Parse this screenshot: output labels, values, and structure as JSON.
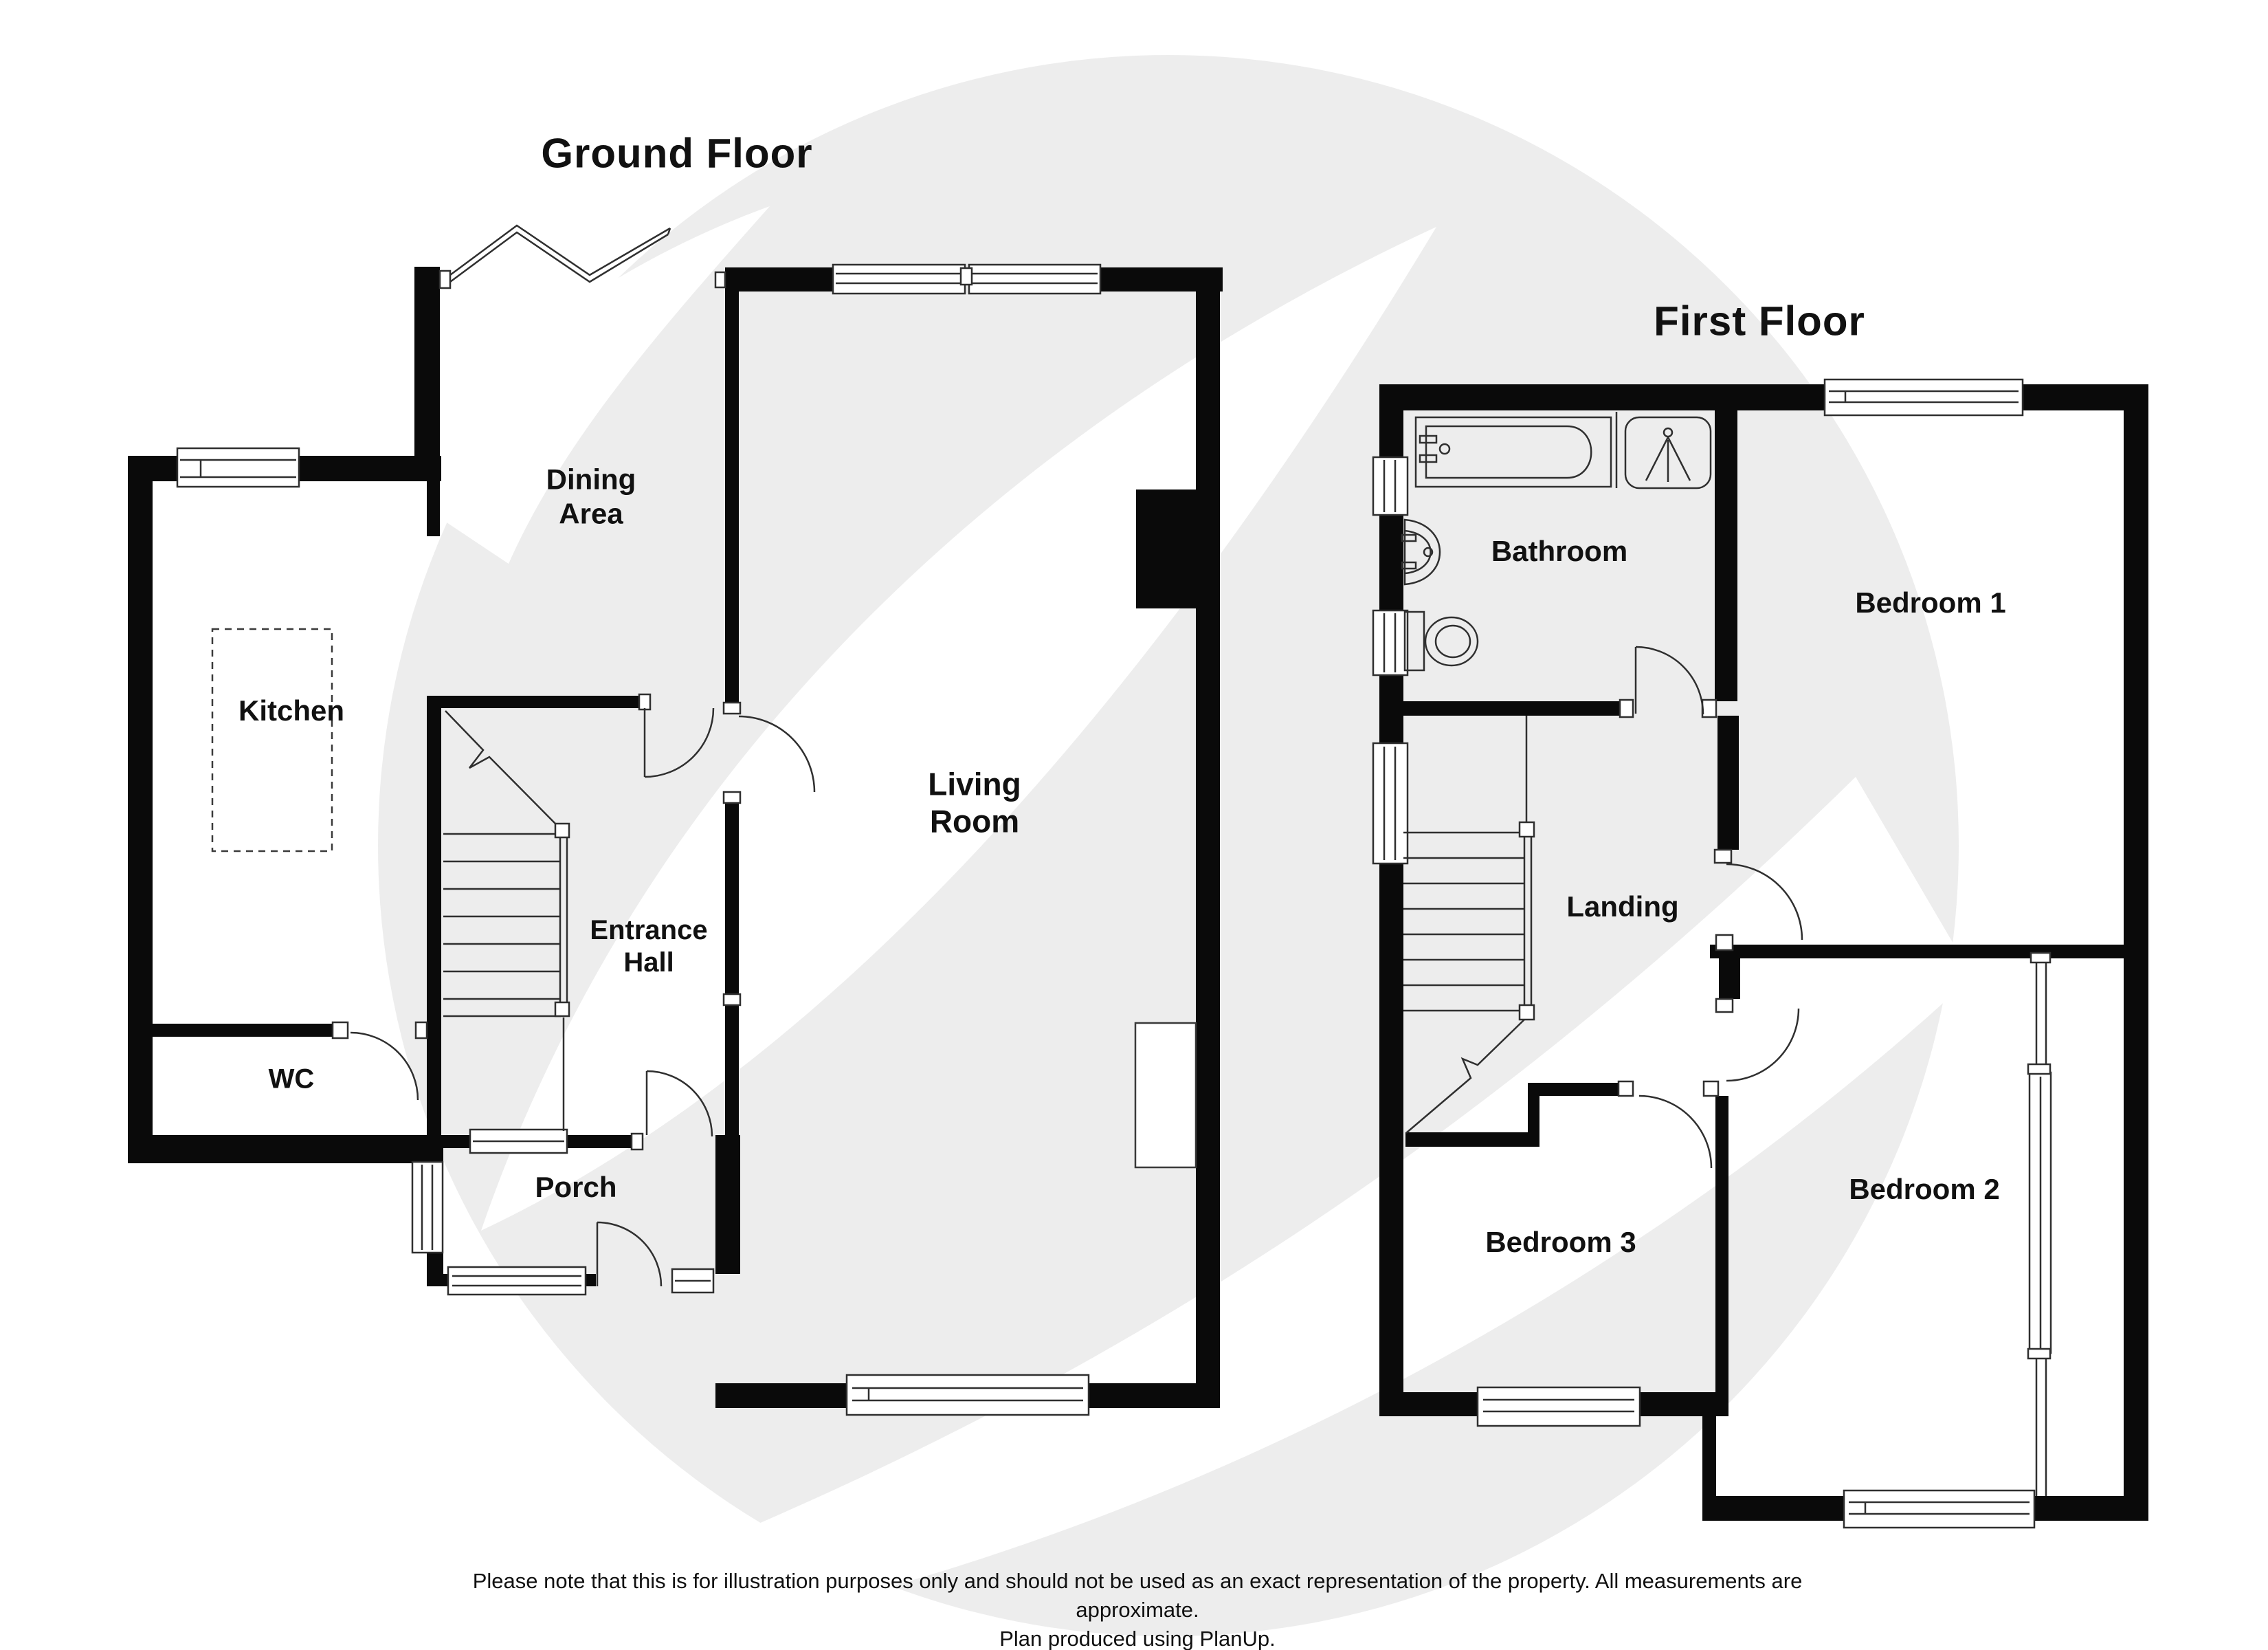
{
  "ground_floor": {
    "title": "Ground Floor",
    "rooms": {
      "dining_area": "Dining\nArea",
      "kitchen": "Kitchen",
      "entrance_hall": "Entrance\nHall",
      "wc": "WC",
      "porch": "Porch",
      "living_room": "Living\nRoom"
    }
  },
  "first_floor": {
    "title": "First Floor",
    "rooms": {
      "bathroom": "Bathroom",
      "bedroom_1": "Bedroom 1",
      "landing": "Landing",
      "bedroom_3": "Bedroom 3",
      "bedroom_2": "Bedroom 2"
    }
  },
  "footer": {
    "line1": "Please note that this is for illustration purposes only and should not be used as an exact representation of the property. All measurements are",
    "line2": "approximate.",
    "line3": "Plan produced using PlanUp."
  },
  "colors": {
    "wall": "#0a0a0a",
    "line": "#2f2f2f",
    "watermark": "#ededed",
    "text": "#111111"
  }
}
